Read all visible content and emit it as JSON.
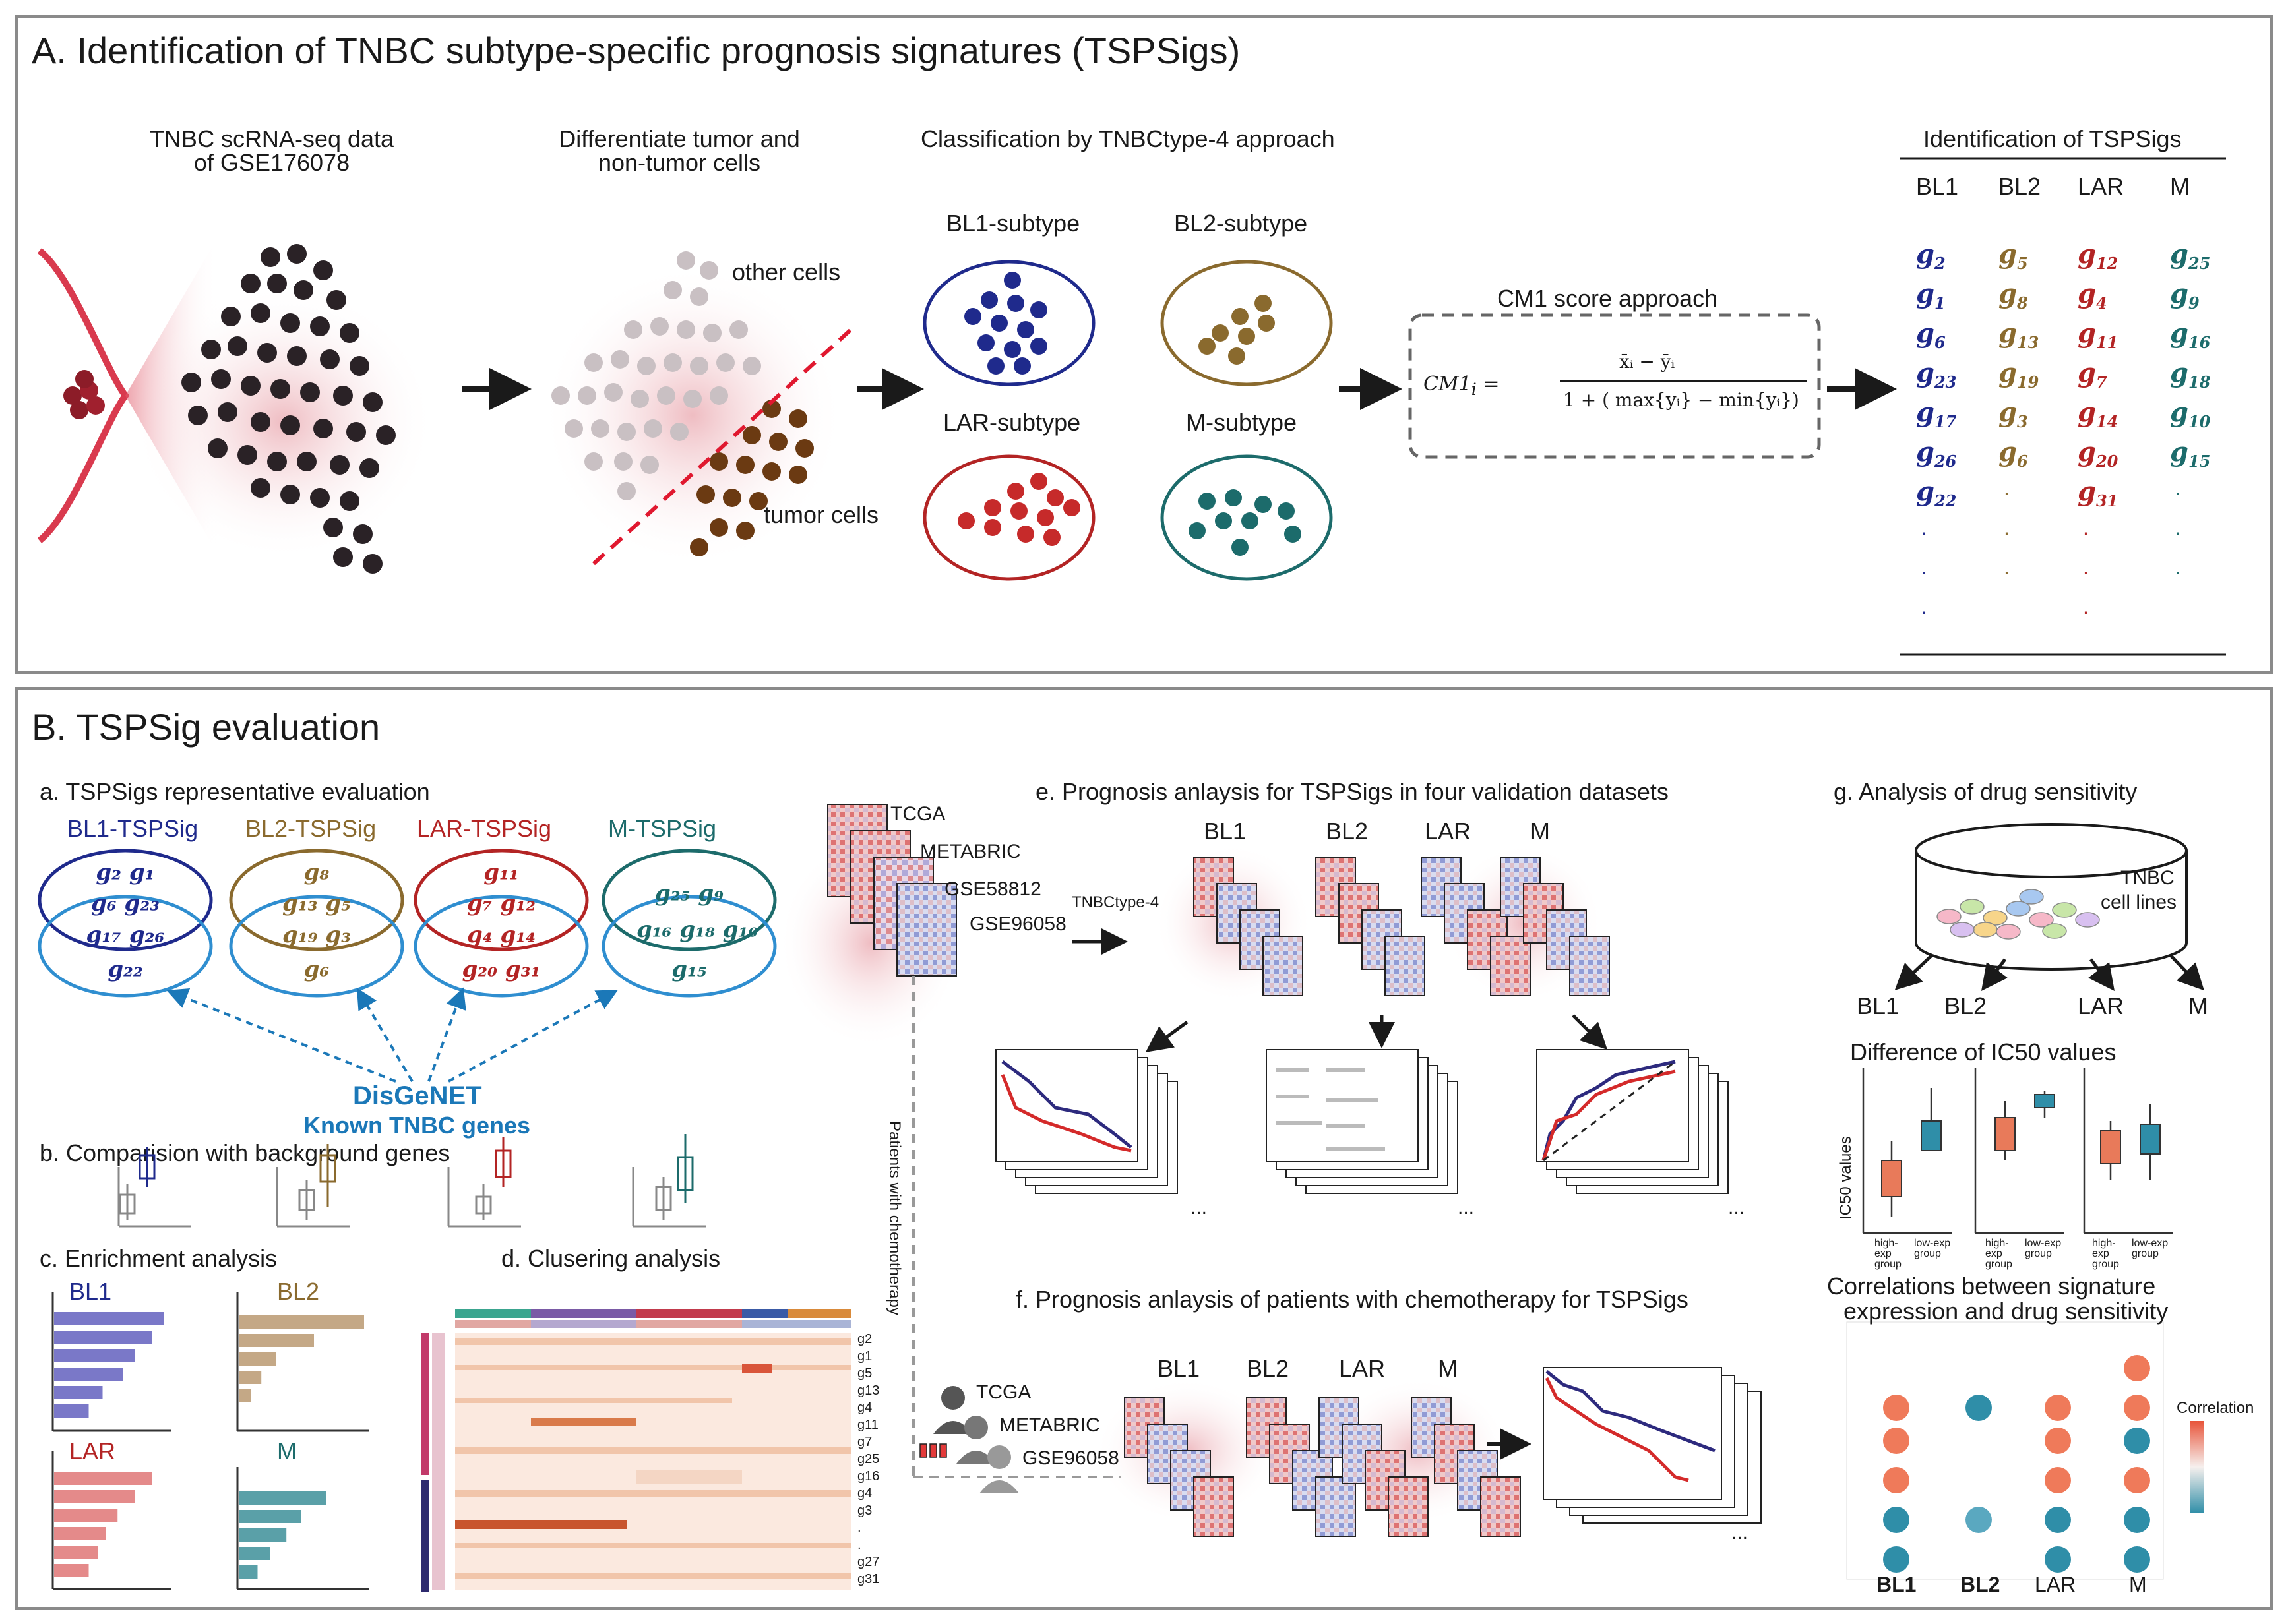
{
  "colors": {
    "bl1": "#1f2a8c",
    "bl2": "#8a6a2e",
    "lar": "#b32424",
    "m": "#1c6b6b",
    "disgenet": "#1b78b8",
    "frame": "#8a8a8a"
  },
  "panelA": {
    "title": "A. Identification of TNBC subtype-specific prognosis signatures (TSPSigs)",
    "step1": {
      "line1": "TNBC scRNA-seq data",
      "line2": "of GSE176078"
    },
    "step2": {
      "line1": "Differentiate tumor and",
      "line2": "non-tumor cells",
      "other": "other cells",
      "tumor": "tumor cells"
    },
    "step3": {
      "title": "Classification by TNBCtype-4 approach",
      "bl1": "BL1-subtype",
      "bl2": "BL2-subtype",
      "lar": "LAR-subtype",
      "m": "M-subtype"
    },
    "step4": {
      "title": "CM1 score approach",
      "lhs": "CM1",
      "sub": "i",
      "eq": "=",
      "numer": "x̄ᵢ − ȳᵢ",
      "denom": "1 + ( max{yᵢ} − min{yᵢ})"
    },
    "step5": {
      "title": "Identification of TSPSigs",
      "headers": [
        "BL1",
        "BL2",
        "LAR",
        "M"
      ],
      "bl1": [
        "2",
        "1",
        "6",
        "23",
        "17",
        "26",
        "22"
      ],
      "bl2": [
        "5",
        "8",
        "13",
        "19",
        "3",
        "6"
      ],
      "lar": [
        "12",
        "4",
        "11",
        "7",
        "14",
        "20",
        "31"
      ],
      "m": [
        "25",
        "9",
        "16",
        "18",
        "10",
        "15"
      ],
      "gene_prefix": "g",
      "dot": "."
    }
  },
  "panelB": {
    "title": "B. TSPSig evaluation",
    "a": {
      "title": "a. TSPSigs representative evaluation",
      "sets": [
        {
          "name": "BL1-TSPSig",
          "genes": [
            "g₂ g₁",
            "g₆  g₂₃",
            "g₁₇ g₂₆",
            "g₂₂"
          ]
        },
        {
          "name": "BL2-TSPSig",
          "genes": [
            "g₈",
            "g₁₃  g₅",
            "g₁₉  g₃",
            "g₆"
          ]
        },
        {
          "name": "LAR-TSPSig",
          "genes": [
            "g₁₁",
            "g₇  g₁₂",
            "g₄  g₁₄",
            "g₂₀ g₃₁"
          ]
        },
        {
          "name": "M-TSPSig",
          "genes": [
            "g₂₅ g₉",
            "g₁₆ g₁₈ g₁₀",
            "g₁₅"
          ]
        }
      ],
      "db1": "DisGeNET",
      "db2": "Known TNBC genes"
    },
    "b": {
      "title": "b. Comparision with background genes"
    },
    "c": {
      "title": "c. Enrichment analysis",
      "labels": [
        "BL1",
        "BL2",
        "LAR",
        "M"
      ],
      "bars": {
        "bl1": [
          0.95,
          0.85,
          0.7,
          0.6,
          0.42,
          0.3
        ],
        "bl2": [
          1.0,
          0.6,
          0.3,
          0.18,
          0.1
        ],
        "lar": [
          0.85,
          0.7,
          0.55,
          0.45,
          0.38,
          0.3
        ],
        "m": [
          0.7,
          0.5,
          0.38,
          0.25,
          0.15
        ]
      }
    },
    "d": {
      "title": "d. Clusering analysis",
      "rows": [
        "g2",
        "g1",
        "g5",
        "g13",
        "g4",
        "g11",
        "g7",
        "g25",
        "g16",
        "g4",
        "g3",
        ".",
        ".",
        "g27",
        "g31"
      ]
    },
    "e": {
      "title": "e. Prognosis anlaysis for TSPSigs in four validation datasets",
      "datasets": [
        "TCGA",
        "METABRIC",
        "GSE58812",
        "GSE96058"
      ],
      "method": "TNBCtype-4",
      "subtypes": [
        "BL1",
        "BL2",
        "LAR",
        "M"
      ],
      "vertical": "Patients with chemotherapy",
      "ellipsis": "..."
    },
    "f": {
      "title": "f. Prognosis anlaysis of patients with chemotherapy for TSPSigs",
      "datasets": [
        "TCGA",
        "METABRIC",
        "GSE96058"
      ],
      "subtypes": [
        "BL1",
        "BL2",
        "LAR",
        "M"
      ],
      "ellipsis": "..."
    },
    "g": {
      "title": "g. Analysis of drug sensitivity",
      "cells": "TNBC",
      "cells2": "cell lines",
      "subtypes": [
        "BL1",
        "BL2",
        "LAR",
        "M"
      ],
      "ic50": "Difference of  IC50 values",
      "yaxis": "IC50 values",
      "groups": [
        "high-exp group",
        "low-exp group"
      ],
      "corr_title1": "Correlations between signature",
      "corr_title2": "expression and drug sensitivity",
      "legend": "Correlation"
    }
  }
}
